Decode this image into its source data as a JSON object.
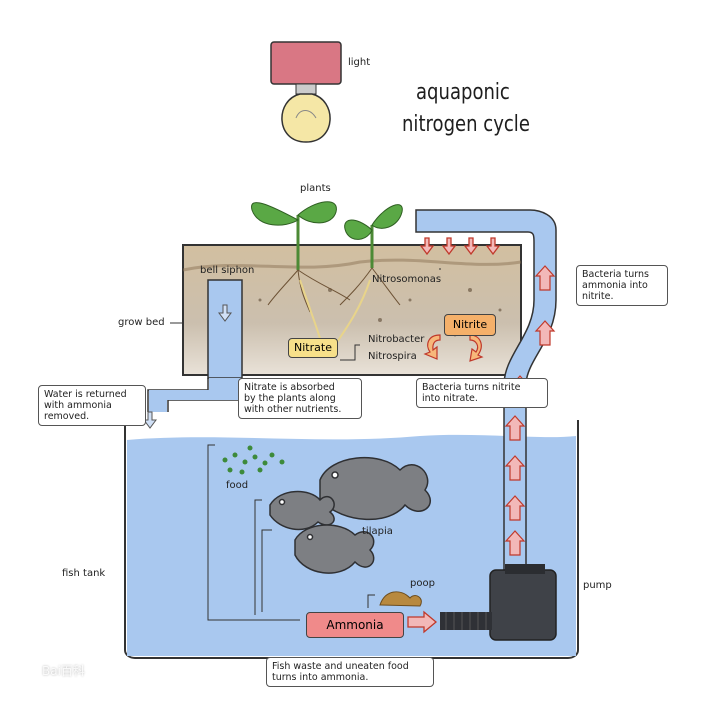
{
  "title": {
    "line1": "aquaponic",
    "line2": "nitrogen cycle"
  },
  "labels": {
    "light": "light",
    "plants": "plants",
    "bell_siphon": "bell siphon",
    "grow_bed": "grow bed",
    "nitrosomonas": "Nitrosomonas",
    "nitrobacter": "Nitrobacter",
    "nitrospira": "Nitrospira",
    "food": "food",
    "tilapia": "tilapia",
    "poop": "poop",
    "fish_tank": "fish tank",
    "pump": "pump"
  },
  "compounds": {
    "nitrate": "Nitrate",
    "nitrite": "Nitrite",
    "ammonia": "Ammonia"
  },
  "notes": {
    "water_returned": "Water is returned\nwith ammonia\nremoved.",
    "nitrate_absorbed": "Nitrate is absorbed\nby the plants along\nwith other nutrients.",
    "bacteria_nitrite_nitrate": "Bacteria turns nitrite\ninto nitrate.",
    "bacteria_ammonia_nitrite": "Bacteria turns\nammonia into\nnitrite.",
    "fish_waste": "Fish waste and uneaten food\nturns into ammonia."
  },
  "watermark": "Bai百科",
  "colors": {
    "water": "#a9c8ef",
    "soil": "#d9c9b0",
    "pipe": "#a9c8ef",
    "arrow_fill": "#f2b8b8",
    "arrow_stroke": "#c0392b",
    "compound_orange": "#f5b06a",
    "compound_yellow": "#f7e08a",
    "compound_red": "#f08a8a",
    "leaf_green": "#5aa845",
    "light_box": "#d97784",
    "bulb": "#f5e7a6"
  },
  "icons": {
    "light": "lightbulb-icon",
    "fish": "fish-icon",
    "pump": "pump-icon",
    "plant": "seedling-icon"
  }
}
